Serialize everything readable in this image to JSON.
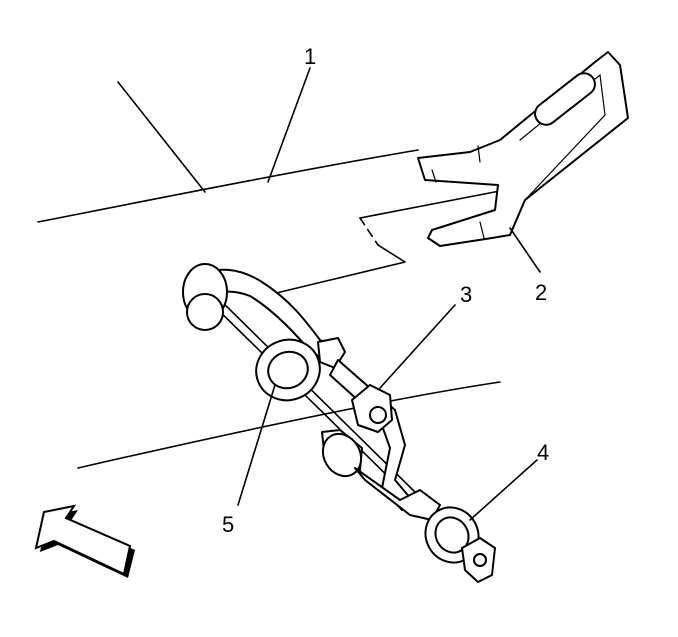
{
  "callouts": [
    {
      "id": "1",
      "label": "1"
    },
    {
      "id": "2",
      "label": "2"
    },
    {
      "id": "3",
      "label": "3"
    },
    {
      "id": "4",
      "label": "4"
    },
    {
      "id": "5",
      "label": "5"
    }
  ],
  "colors": {
    "line": "#000000",
    "background": "#ffffff"
  },
  "icons": {
    "direction_arrow": "forward-direction-arrow-icon"
  }
}
